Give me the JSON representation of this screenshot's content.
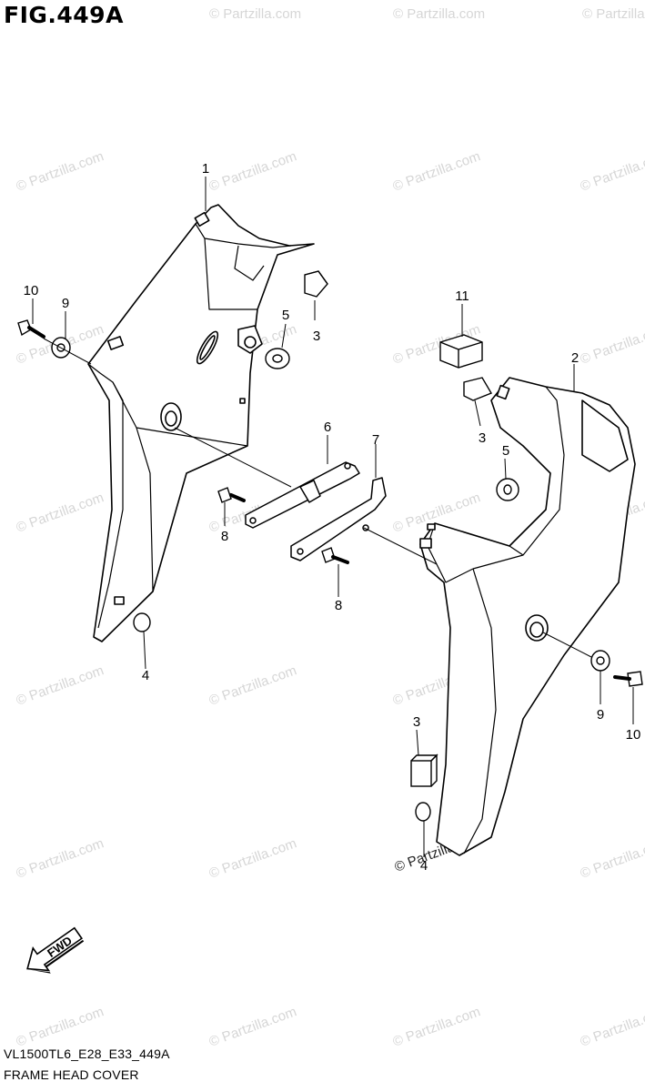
{
  "figure": {
    "title": "FIG.449A",
    "model_code": "VL1500TL6_E28_E33_449A",
    "section_name": "FRAME HEAD COVER"
  },
  "watermark": "© Partzilla.com",
  "fwd_label": "FWD",
  "callouts": {
    "c1": "1",
    "c2": "2",
    "c3a": "3",
    "c3b": "3",
    "c3c": "3",
    "c4a": "4",
    "c4b": "4",
    "c5a": "5",
    "c5b": "5",
    "c6": "6",
    "c7": "7",
    "c8a": "8",
    "c8b": "8",
    "c9a": "9",
    "c9b": "9",
    "c10a": "10",
    "c10b": "10",
    "c11": "11"
  }
}
